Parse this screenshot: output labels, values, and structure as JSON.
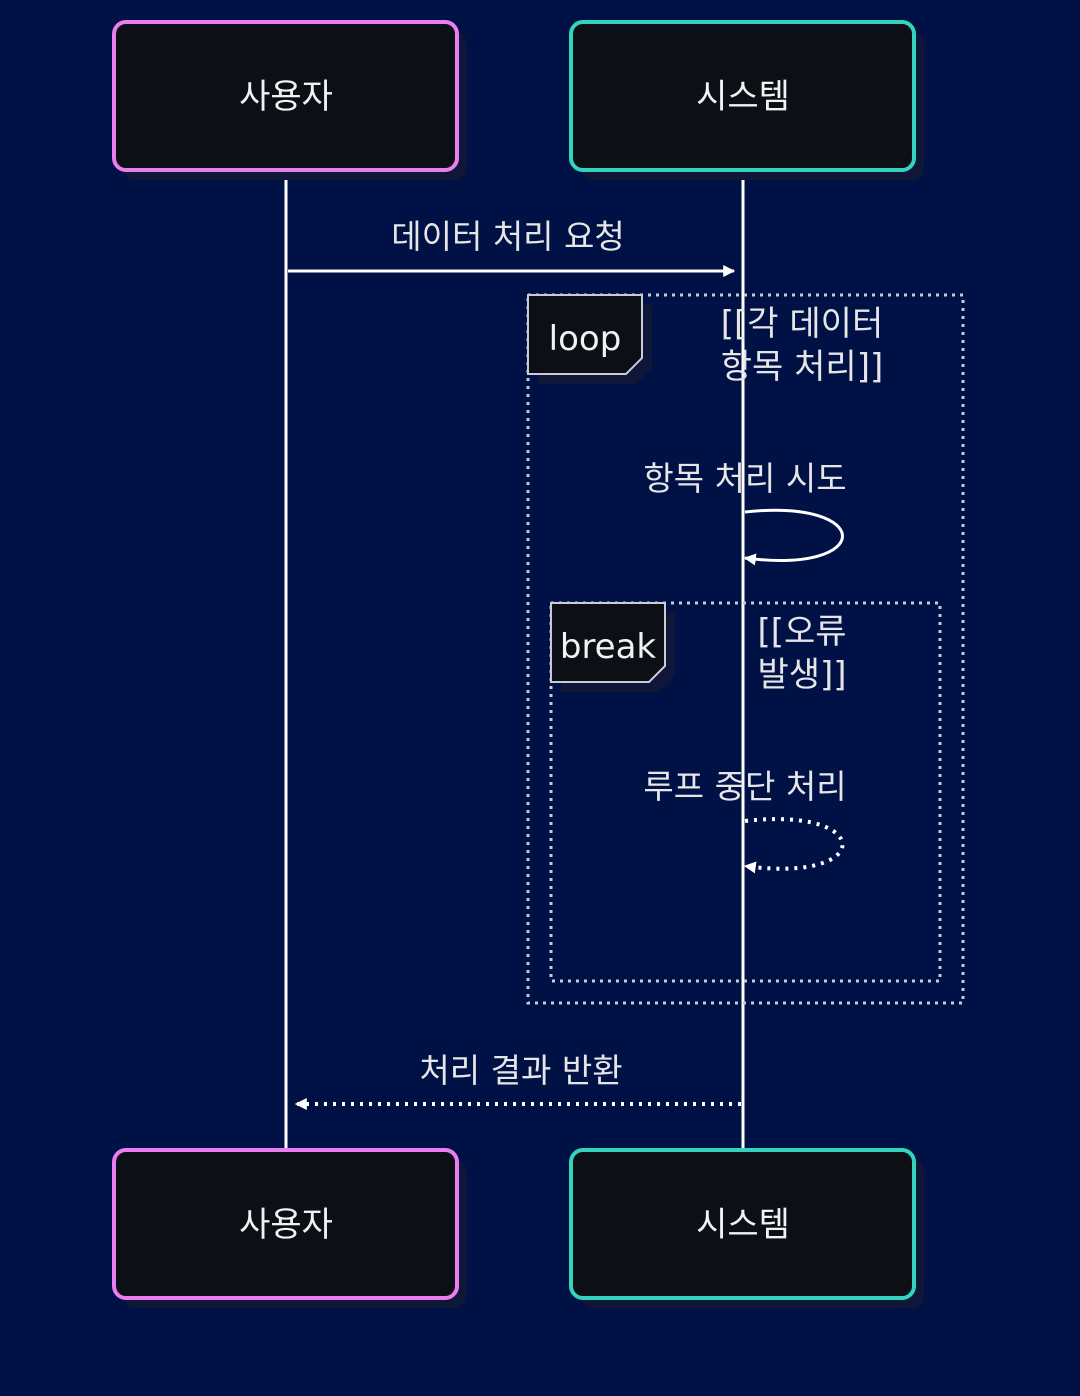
{
  "colors": {
    "background": "#001245",
    "actor_fill": "#0d0f17",
    "actor_user_border": "#ea7ef0",
    "actor_system_border": "#33d3bc",
    "line": "#ffffff",
    "frame_border": "#c9cbd6"
  },
  "participants": {
    "user": {
      "label": "사용자"
    },
    "system": {
      "label": "시스템"
    }
  },
  "messages": {
    "request": {
      "text": "데이터 처리 요청",
      "style": "solid"
    },
    "try_item": {
      "text": "항목 처리 시도",
      "style": "solid"
    },
    "stop_loop": {
      "text": "루프 중단 처리",
      "style": "dotted"
    },
    "result": {
      "text": "처리 결과 반환",
      "style": "dotted"
    }
  },
  "frames": {
    "loop": {
      "label": "loop",
      "condition_line1": "[[각 데이터",
      "condition_line2": "항목 처리]]"
    },
    "break": {
      "label": "break",
      "condition_line1": "[[오류",
      "condition_line2": "발생]]"
    }
  }
}
